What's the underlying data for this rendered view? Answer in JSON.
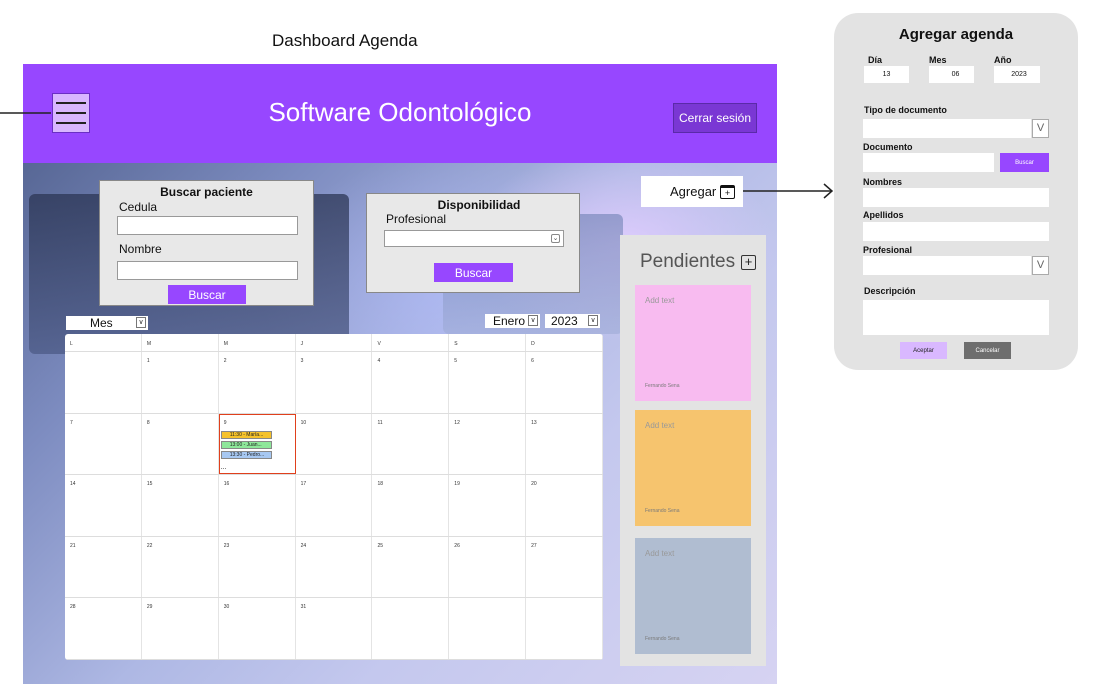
{
  "frame_title": "Dashboard Agenda",
  "header": {
    "app_title": "Software Odontológico",
    "logout_label": "Cerrar sesión",
    "menu_icon": "hamburger-menu-icon"
  },
  "search_patient": {
    "title": "Buscar paciente",
    "cedula_label": "Cedula",
    "name_label": "Nombre",
    "button_label": "Buscar"
  },
  "availability": {
    "title": "Disponibilidad",
    "professional_label": "Profesional",
    "button_label": "Buscar"
  },
  "calendar": {
    "view_select": "Mes",
    "month_select": "Enero",
    "year_select": "2023",
    "weekdays": [
      "L",
      "M",
      "M",
      "J",
      "V",
      "S",
      "D"
    ],
    "weeks": [
      [
        "",
        "1",
        "2",
        "3",
        "4",
        "5",
        "6"
      ],
      [
        "7",
        "8",
        "9",
        "10",
        "11",
        "12",
        "13"
      ],
      [
        "14",
        "15",
        "16",
        "17",
        "18",
        "19",
        "20"
      ],
      [
        "21",
        "22",
        "23",
        "24",
        "25",
        "26",
        "27"
      ],
      [
        "28",
        "29",
        "30",
        "31",
        "",
        "",
        ""
      ]
    ],
    "appointments": [
      {
        "label": "11:30 - María...",
        "color": "#f5c22b"
      },
      {
        "label": "13:00 - Juan...",
        "color": "#8ee79a"
      },
      {
        "label": "13:30 - Pedro...",
        "color": "#a7c8f2"
      }
    ],
    "more_indicator": "...",
    "today_color": "#e0401c"
  },
  "add_button_label": "Agregar",
  "pending": {
    "title": "Pendientes",
    "notes": [
      {
        "text": "Add text",
        "author": "Fernando Sena",
        "color": "#f8bbf0"
      },
      {
        "text": "Add text",
        "author": "Fernando Sena",
        "color": "#f6c46e"
      },
      {
        "text": "Add text",
        "author": "Fernando Sena",
        "color": "#b0bdd1"
      }
    ]
  },
  "add_form": {
    "title": "Agregar agenda",
    "day_label": "Día",
    "month_label": "Mes",
    "year_label": "Año",
    "day_value": "13",
    "month_value": "06",
    "year_value": "2023",
    "doc_type_label": "Tipo de documento",
    "document_label": "Documento",
    "search_label": "Buscar",
    "names_label": "Nombres",
    "surnames_label": "Apellidos",
    "professional_label": "Profesional",
    "description_label": "Descripción",
    "accept_label": "Aceptar",
    "cancel_label": "Cancelar",
    "dropdown_glyph": "V"
  },
  "colors": {
    "brand_purple": "#9747ff",
    "logout_purple": "#7a37d4",
    "panel_gray": "#e8e8e8"
  }
}
